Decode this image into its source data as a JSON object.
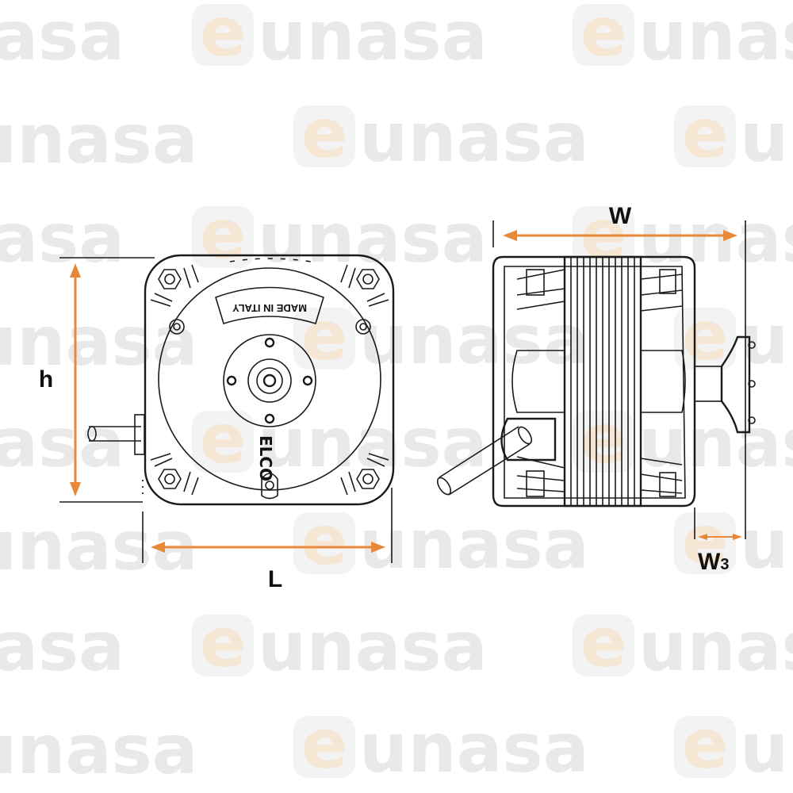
{
  "watermark": {
    "brand": "eunasa",
    "prefix": "e",
    "rest": "unasa",
    "tail": "asa"
  },
  "front_view": {
    "label_text": "MADE IN ITALY",
    "logo_text": "ELCO"
  },
  "dimensions": {
    "height": "h",
    "length": "L",
    "width": "W",
    "w3_main": "W",
    "w3_sub": "3"
  },
  "colors": {
    "arrow": "#e8893a",
    "line": "#1a1a1a",
    "watermark": "#e9e9e9",
    "watermark_e": "#f6e6d4"
  },
  "icons": {
    "bolt": "hex-bolt-icon",
    "hole": "mount-hole-icon"
  }
}
